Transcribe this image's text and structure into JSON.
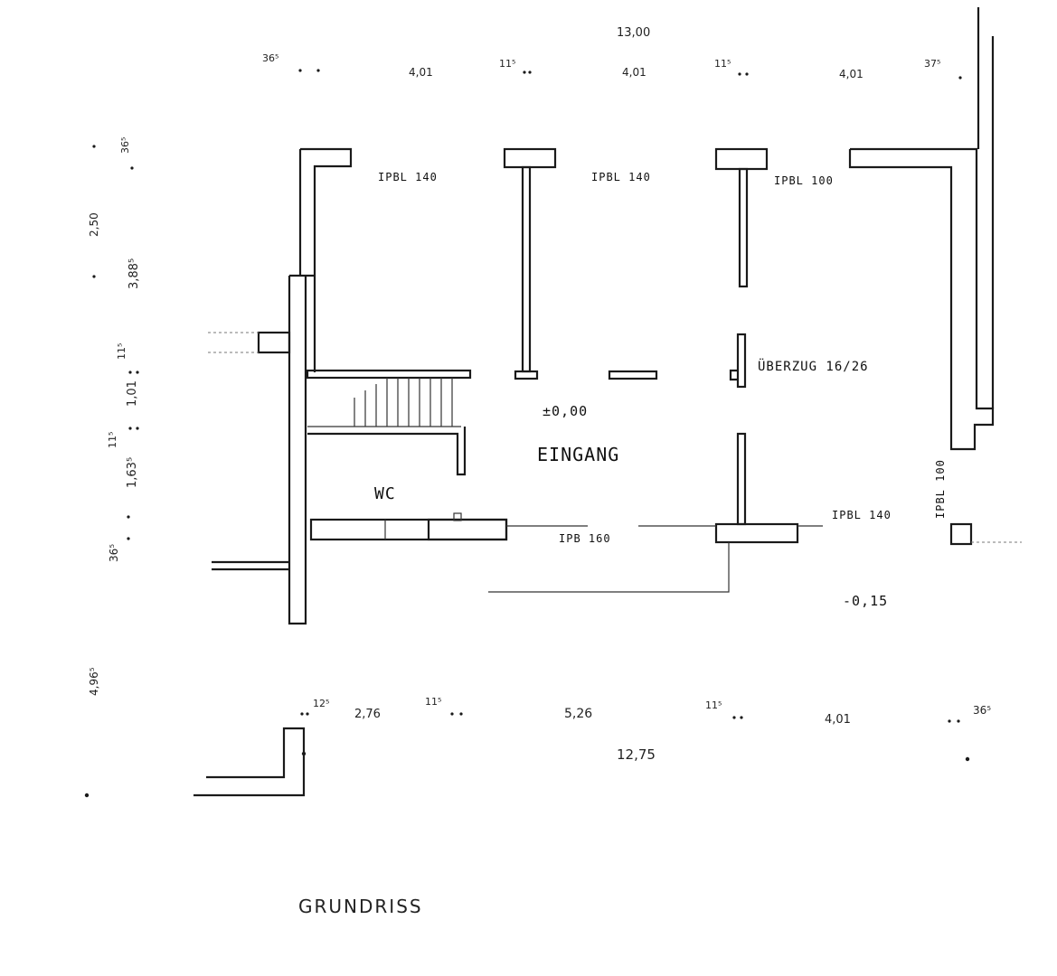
{
  "title": "GRUNDRISS",
  "rooms": {
    "entrance": "EINGANG",
    "wc": "WC"
  },
  "levels": {
    "floor": "±0,00",
    "outside": "-0,15"
  },
  "beams": {
    "ipbl_140_a": "IPBL 140",
    "ipbl_140_b": "IPBL 140",
    "ipbl_100_a": "IPBL 100",
    "ipbl_100_b": "IPBL 100",
    "ipbl_140_c": "IPBL 140",
    "ipb_160": "IPB 160",
    "ueberzug": "ÜBERZUG 16/26"
  },
  "dims_top": {
    "total": "13,00",
    "d1": "36⁵",
    "d2": "4,01",
    "d3": "11⁵",
    "d4": "4,01",
    "d5": "11⁵",
    "d6": "4,01",
    "d7": "37⁵"
  },
  "dims_bottom": {
    "d1": "12⁵",
    "d2": "2,76",
    "d3": "11⁵",
    "d4": "5,26",
    "d5": "11⁵",
    "d6": "4,01",
    "d7": "36⁵",
    "total": "12,75"
  },
  "dims_left": {
    "l1": "36⁵",
    "l2": "2,50",
    "l3": "3,88⁵",
    "l4": "11⁵",
    "l5": "1,01",
    "l6": "11⁵",
    "l7": "1,63⁵",
    "l8": "36⁵",
    "l9": "4,96⁵"
  }
}
